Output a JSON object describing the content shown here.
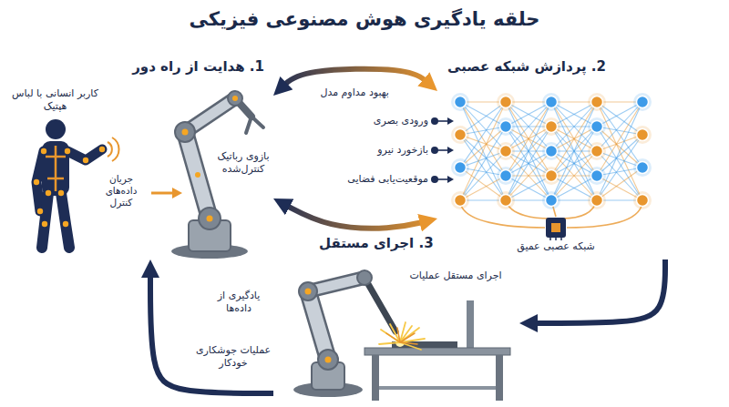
{
  "diagram": {
    "title": "حلقه یادگیری هوش مصنوعی فیزیکی",
    "nodes": [
      {
        "text": [
          "1. هدایت از راه دور"
        ]
      },
      {
        "text": [
          "2. پردازش شبکه عصبی"
        ]
      },
      {
        "text": [
          "3. اجرای مستقل"
        ]
      }
    ],
    "edges": [
      {
        "from": 0,
        "to": 1,
        "label": "بهبود مداوم مدل",
        "arrow": "both"
      },
      {
        "from": 0,
        "to": 1,
        "arrow": "both"
      },
      {
        "from": 1,
        "to": 2,
        "arrow": "to"
      },
      {
        "from": 2,
        "to": 0,
        "arrow": "to"
      }
    ],
    "labels": [
      "کاربر انسانی با لباس هپتیک",
      "بازوی رباتیک کنترل‌شده",
      "جریان داده‌های کنترل",
      "ورودی بصری",
      "بازخورد نیرو",
      "موقعیت‌یابی فضایی",
      "شبکه عصبی عمیق",
      "اجرای مستقل عملیات",
      "یادگیری از داده‌ها",
      "عملیات جوشکاری خودکار"
    ]
  }
}
